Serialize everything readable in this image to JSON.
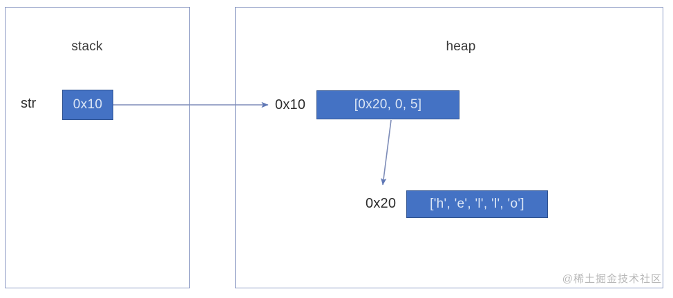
{
  "diagram": {
    "regions": [
      {
        "id": "stack",
        "title": "stack"
      },
      {
        "id": "heap",
        "title": "heap"
      }
    ],
    "stack": {
      "variable_name": "str",
      "pointer_value": "0x10"
    },
    "heap": {
      "slot_1": {
        "address_label": "0x10",
        "value": "[0x20, 0, 5]"
      },
      "slot_2": {
        "address_label": "0x20",
        "value": "['h', 'e', 'l', 'l', 'o']"
      }
    },
    "arrows": [
      {
        "name": "stack-to-heap-0x10",
        "from": "stack.pointer_value",
        "to": "heap.slot_1.address_label"
      },
      {
        "name": "heap-0x10-to-0x20",
        "from": "heap.slot_1.value",
        "to": "heap.slot_2.address_label"
      }
    ],
    "colors": {
      "box_fill": "#4472c4",
      "box_border": "#2f528f",
      "box_text": "#dce6f5",
      "region_border": "#8d9bc4",
      "arrow": "#7d8cb8",
      "text": "#2d2d2d",
      "squiggle": "#e06060",
      "watermark": "#b7b7b7"
    }
  },
  "watermark": {
    "text": "@稀土掘金技术社区"
  }
}
